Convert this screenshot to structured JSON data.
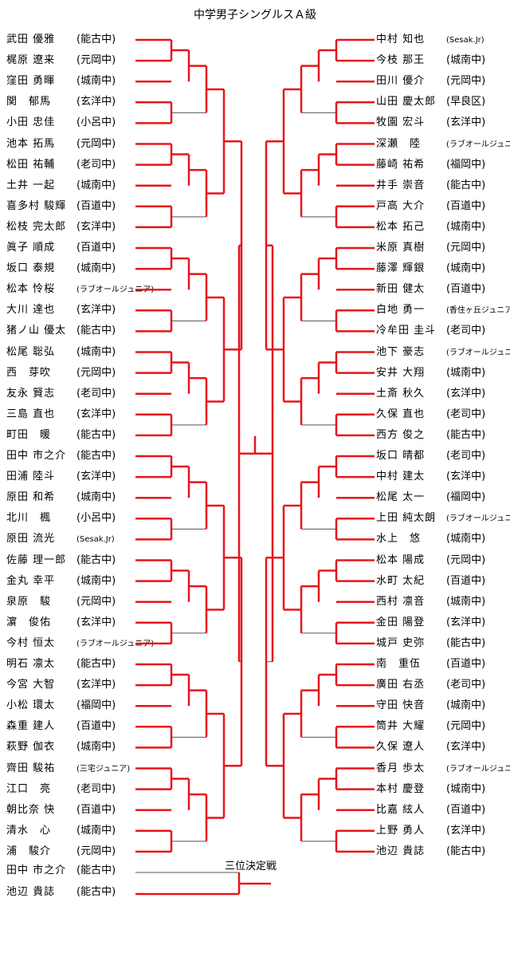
{
  "title": "中学男子シングルスＡ級",
  "third_place_title": "三位決定戦",
  "left": [
    {
      "name": "武田 優雅",
      "school": "(能古中)"
    },
    {
      "name": "梶原 遼来",
      "school": "(元岡中)"
    },
    {
      "name": "窪田 勇暉",
      "school": "(城南中)"
    },
    {
      "name": "関　郁馬",
      "school": "(玄洋中)"
    },
    {
      "name": "小田 忠佳",
      "school": "(小呂中)"
    },
    {
      "name": "池本 拓馬",
      "school": "(元岡中)"
    },
    {
      "name": "松田 祐輔",
      "school": "(老司中)"
    },
    {
      "name": "土井 一起",
      "school": "(城南中)"
    },
    {
      "name": "喜多村 駿輝",
      "school": "(百道中)"
    },
    {
      "name": "松枝 完太郎",
      "school": "(玄洋中)"
    },
    {
      "name": "眞子 順成",
      "school": "(百道中)"
    },
    {
      "name": "坂口 泰規",
      "school": "(城南中)"
    },
    {
      "name": "松本 怜桜",
      "school": "(ラブオールジュニア)"
    },
    {
      "name": "大川 達也",
      "school": "(玄洋中)"
    },
    {
      "name": "猪ノ山 優太",
      "school": "(能古中)"
    },
    {
      "name": "松尾 聡弘",
      "school": "(城南中)"
    },
    {
      "name": "西　芽吹",
      "school": "(元岡中)"
    },
    {
      "name": "友永 賢志",
      "school": "(老司中)"
    },
    {
      "name": "三島 直也",
      "school": "(玄洋中)"
    },
    {
      "name": "町田　暖",
      "school": "(能古中)"
    },
    {
      "name": "田中 市之介",
      "school": "(能古中)"
    },
    {
      "name": "田浦 陸斗",
      "school": "(玄洋中)"
    },
    {
      "name": "原田 和希",
      "school": "(城南中)"
    },
    {
      "name": "北川　楓",
      "school": "(小呂中)"
    },
    {
      "name": "原田 流光",
      "school": "(Sesak.Jr)"
    },
    {
      "name": "佐藤 理一郎",
      "school": "(能古中)"
    },
    {
      "name": "金丸 幸平",
      "school": "(城南中)"
    },
    {
      "name": "泉原　駿",
      "school": "(元岡中)"
    },
    {
      "name": "濵　俊佑",
      "school": "(玄洋中)"
    },
    {
      "name": "今村 恒太",
      "school": "(ラブオールジュニア)"
    },
    {
      "name": "明石 凛太",
      "school": "(能古中)"
    },
    {
      "name": "今宮 大智",
      "school": "(玄洋中)"
    },
    {
      "name": "小松 環太",
      "school": "(福岡中)"
    },
    {
      "name": "森重 建人",
      "school": "(百道中)"
    },
    {
      "name": "萩野 伽衣",
      "school": "(城南中)"
    },
    {
      "name": "齊田 駿祐",
      "school": "(三宅ジュニア)"
    },
    {
      "name": "江口　亮",
      "school": "(老司中)"
    },
    {
      "name": "朝比奈 快",
      "school": "(百道中)"
    },
    {
      "name": "清水　心",
      "school": "(城南中)"
    },
    {
      "name": "浦　駿介",
      "school": "(元岡中)"
    }
  ],
  "right": [
    {
      "name": "中村 知也",
      "school": "(Sesak.Jr)"
    },
    {
      "name": "今枝 那王",
      "school": "(城南中)"
    },
    {
      "name": "田川 優介",
      "school": "(元岡中)"
    },
    {
      "name": "山田 慶太郎",
      "school": "(早良区)"
    },
    {
      "name": "牧園 宏斗",
      "school": "(玄洋中)"
    },
    {
      "name": "深瀬　陸",
      "school": "(ラブオールジュニア)"
    },
    {
      "name": "藤崎 祐希",
      "school": "(福岡中)"
    },
    {
      "name": "井手 崇音",
      "school": "(能古中)"
    },
    {
      "name": "戸高 大介",
      "school": "(百道中)"
    },
    {
      "name": "松本 拓己",
      "school": "(城南中)"
    },
    {
      "name": "米原 真樹",
      "school": "(元岡中)"
    },
    {
      "name": "藤澤 輝銀",
      "school": "(城南中)"
    },
    {
      "name": "新田 健太",
      "school": "(百道中)"
    },
    {
      "name": "白地 勇一",
      "school": "(香住ヶ丘ジュニア)"
    },
    {
      "name": "冷牟田 圭斗",
      "school": "(老司中)"
    },
    {
      "name": "池下 豪志",
      "school": "(ラブオールジュニア)"
    },
    {
      "name": "安井 大翔",
      "school": "(城南中)"
    },
    {
      "name": "土斎 秋久",
      "school": "(玄洋中)"
    },
    {
      "name": "久保 直也",
      "school": "(老司中)"
    },
    {
      "name": "西方 俊之",
      "school": "(能古中)"
    },
    {
      "name": "坂口 晴都",
      "school": "(老司中)"
    },
    {
      "name": "中村 建太",
      "school": "(玄洋中)"
    },
    {
      "name": "松尾 太一",
      "school": "(福岡中)"
    },
    {
      "name": "上田 純太朗",
      "school": "(ラブオールジュニア)"
    },
    {
      "name": "水上　悠",
      "school": "(城南中)"
    },
    {
      "name": "松本 陽成",
      "school": "(元岡中)"
    },
    {
      "name": "水町 太紀",
      "school": "(百道中)"
    },
    {
      "name": "西村 凛音",
      "school": "(城南中)"
    },
    {
      "name": "金田 陽登",
      "school": "(玄洋中)"
    },
    {
      "name": "城戸 史弥",
      "school": "(能古中)"
    },
    {
      "name": "南　重伍",
      "school": "(百道中)"
    },
    {
      "name": "廣田 右丞",
      "school": "(老司中)"
    },
    {
      "name": "守田 快音",
      "school": "(城南中)"
    },
    {
      "name": "筒井 大耀",
      "school": "(元岡中)"
    },
    {
      "name": "久保 遼人",
      "school": "(玄洋中)"
    },
    {
      "name": "香月 歩太",
      "school": "(ラブオールジュニア)"
    },
    {
      "name": "本村 慶登",
      "school": "(城南中)"
    },
    {
      "name": "比嘉 絃人",
      "school": "(百道中)"
    },
    {
      "name": "上野 勇人",
      "school": "(玄洋中)"
    },
    {
      "name": "池辺 貴誌",
      "school": "(能古中)"
    }
  ],
  "third_place": [
    {
      "name": "田中 市之介",
      "school": "(能古中)"
    },
    {
      "name": "池辺 貴誌",
      "school": "(能古中)"
    }
  ],
  "colors": {
    "winner_line": "#e8141c",
    "loser_line": "#555555"
  }
}
